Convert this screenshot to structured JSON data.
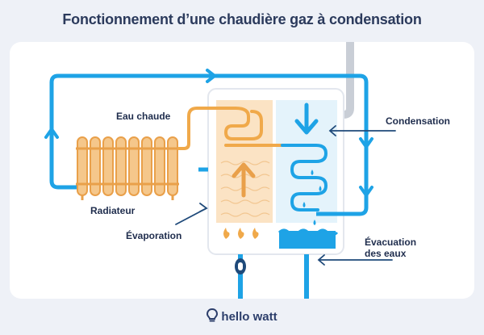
{
  "title": "Fonctionnement d’une chaudière gaz à condensation",
  "labels": {
    "eau_chaude": "Eau chaude",
    "radiateur": "Radiateur",
    "evaporation": "Évaporation",
    "condensation": "Condensation",
    "evacuation_line1": "Évacuation",
    "evacuation_line2": "des eaux"
  },
  "brand": "hello watt",
  "colors": {
    "blue": "#1ea3e6",
    "orange": "#f0a94a",
    "navy": "#1f4a7a",
    "grey": "#c9ced6"
  }
}
